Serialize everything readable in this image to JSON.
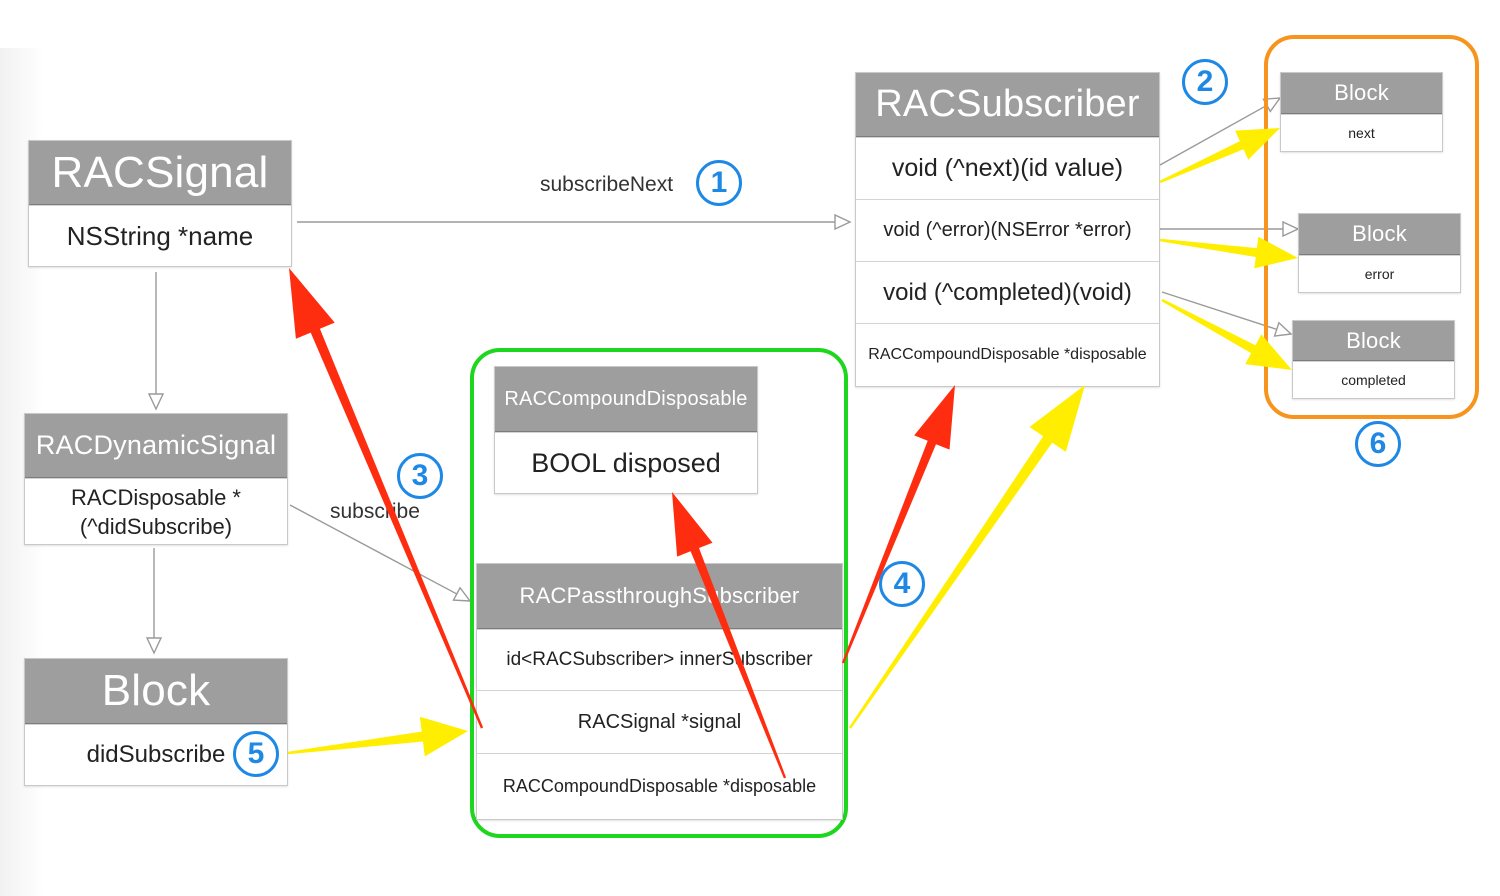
{
  "racsignal": {
    "title": "RACSignal",
    "fields": [
      "NSString *name"
    ]
  },
  "dynamic_signal": {
    "title": "RACDynamicSignal",
    "fields": [
      "RACDisposable *",
      "(^didSubscribe)"
    ]
  },
  "did_subscribe_block": {
    "title": "Block",
    "fields": [
      "didSubscribe"
    ]
  },
  "compound_disposable": {
    "title": "RACCompoundDisposable",
    "fields": [
      "BOOL disposed"
    ]
  },
  "passthrough_subscriber": {
    "title": "RACPassthroughSubscriber",
    "fields": [
      "id<RACSubscriber> innerSubscriber",
      "RACSignal *signal",
      "RACCompoundDisposable *disposable"
    ]
  },
  "subscriber": {
    "title": "RACSubscriber",
    "fields": [
      "void (^next)(id value)",
      "void (^error)(NSError *error)",
      "void (^completed)(void)",
      "RACCompoundDisposable *disposable"
    ]
  },
  "callback_blocks": [
    {
      "title": "Block",
      "field": "next"
    },
    {
      "title": "Block",
      "field": "error"
    },
    {
      "title": "Block",
      "field": "completed"
    }
  ],
  "edge_labels": {
    "subscribe_next": "subscribeNext",
    "subscribe": "subscribe"
  },
  "steps": [
    "1",
    "2",
    "3",
    "4",
    "5",
    "6"
  ],
  "colors": {
    "header": "#9e9e9e",
    "connector": "#9a9a9a",
    "passthrough_group": "#1ed61e",
    "callback_group": "#f7941d",
    "step": "#1e88e5",
    "reference_arrow": "#ff2d10",
    "flow_arrow": "#ffee00"
  }
}
